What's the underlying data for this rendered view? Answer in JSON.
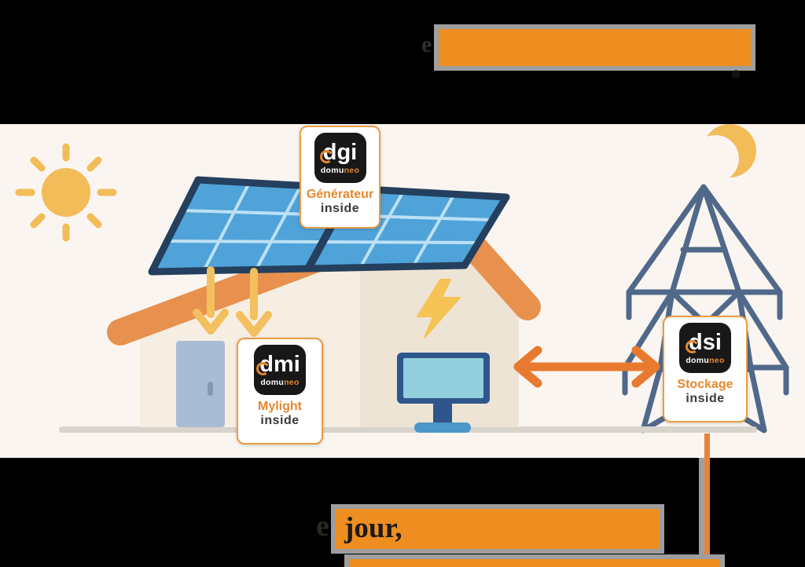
{
  "top_annotation": {
    "left_fragment": "e",
    "highlight_text": "",
    "end_period": "."
  },
  "bottom_annotation": {
    "left_fragment": "e",
    "line1_highlight_text": "jour,",
    "line2_highlight_text": ""
  },
  "badges": [
    {
      "id": "dgi",
      "logo_d": "d",
      "logo_rest": "gi",
      "brand_left": "domu",
      "brand_right": "neo",
      "product": "Générateur",
      "suffix": "inside"
    },
    {
      "id": "dmi",
      "logo_d": "d",
      "logo_rest": "mi",
      "brand_left": "domu",
      "brand_right": "neo",
      "product": "Mylight",
      "suffix": "inside"
    },
    {
      "id": "dsi",
      "logo_d": "d",
      "logo_rest": "si",
      "brand_left": "domu",
      "brand_right": "neo",
      "product": "Stockage",
      "suffix": "inside"
    }
  ],
  "scene_icons": {
    "sun": "sun-icon",
    "moon": "crescent-moon-icon",
    "solar_panels": "solar-panels",
    "house": "house",
    "door": "door",
    "monitor": "monitor-icon",
    "lightning": "lightning-bolt-icon",
    "pylon": "electricity-pylon",
    "exchange_arrow": "double-headed-arrow",
    "panel_arrows": "down-arrows",
    "callout_line": "callout-connector"
  },
  "colors": {
    "highlight_orange": "#EE8E20",
    "border_gray": "#9E9E9E",
    "brand_orange": "#E8872C",
    "roof_orange": "#E8914E",
    "panel_blue": "#4FA3D8",
    "panel_frame_navy": "#24405E",
    "sun_yellow": "#F2BC59",
    "pylon_slate": "#50698A",
    "arrow_orange": "#E87A2F",
    "background_cream": "#FAF5F0",
    "band_black": "#000000"
  }
}
